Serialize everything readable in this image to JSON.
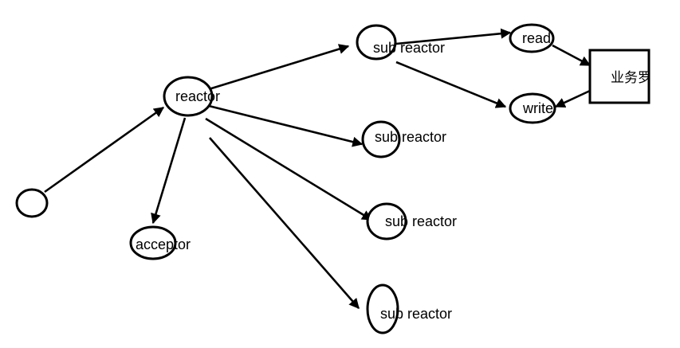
{
  "nodes": {
    "start": {
      "label": ""
    },
    "main_reactor": {
      "label": "reactor"
    },
    "acceptor": {
      "label": "acceptor"
    },
    "sub_reactor_1": {
      "label": "sub reactor"
    },
    "sub_reactor_2": {
      "label": "sub reactor"
    },
    "sub_reactor_3": {
      "label": "sub reactor"
    },
    "sub_reactor_4": {
      "label": "sub reactor"
    },
    "read": {
      "label": "read"
    },
    "write": {
      "label": "write"
    },
    "business_logic": {
      "label": "业务罗"
    }
  },
  "colors": {
    "stroke": "#000000",
    "background": "#ffffff"
  }
}
